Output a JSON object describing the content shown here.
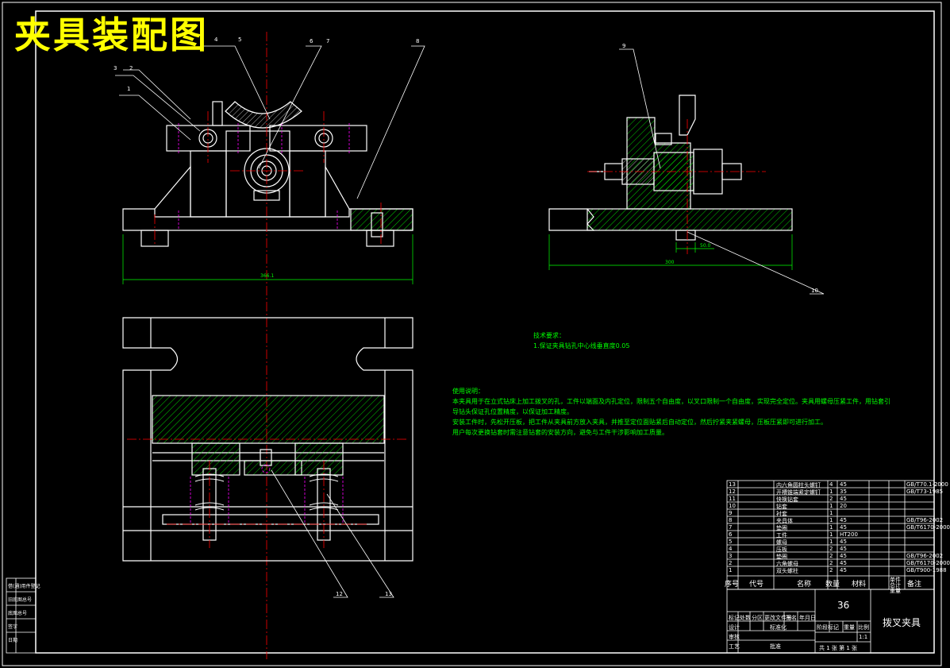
{
  "title": "夹具装配图",
  "balloons": [
    "1",
    "2",
    "3",
    "4",
    "5",
    "6",
    "7",
    "8",
    "9",
    "10",
    "12",
    "13"
  ],
  "dimensions": {
    "front_width": "366.1",
    "side_width": "300",
    "side_offset": "50.0"
  },
  "tech_requirements": {
    "heading": "技术要求：",
    "items": [
      "1.保证夹具钻孔中心线垂直度0.05"
    ]
  },
  "usage_notes": {
    "heading": "使用说明：",
    "lines": [
      "本夹具用于在立式钻床上加工拨叉的孔，工件以端面及内孔定位，限制五个自由度，以叉口限制一个自由度，实现完全定位。夹具用螺母压紧工件，用钻套引",
      "导钻头保证孔位置精度，以保证加工精度。",
      "安装工件时，先松开压板，把工件从夹具前方放入夹具，并推至定位面贴紧后自动定位，然后拧紧夹紧螺母，压板压紧即可进行加工。",
      "用户每次更换钻套时需注意钻套的安装方向，避免与工件干涉影响加工质量。"
    ]
  },
  "parts_list": {
    "rows": [
      {
        "no": "13",
        "name": "内六角圆柱头螺钉",
        "qty": "4",
        "mat": "45",
        "std": "GB/T70.1-2000"
      },
      {
        "no": "12",
        "name": "开槽锥端紧定螺钉",
        "qty": "1",
        "mat": "35",
        "std": "GB/T73-1985"
      },
      {
        "no": "11",
        "name": "快换钻套",
        "qty": "2",
        "mat": "45",
        "std": ""
      },
      {
        "no": "10",
        "name": "钻套",
        "qty": "1",
        "mat": "20",
        "std": ""
      },
      {
        "no": "9",
        "name": "衬套",
        "qty": "1",
        "mat": "",
        "std": ""
      },
      {
        "no": "8",
        "name": "夹具体",
        "qty": "1",
        "mat": "45",
        "std": "GB/T96-2002"
      },
      {
        "no": "7",
        "name": "垫圈",
        "qty": "1",
        "mat": "45",
        "std": "GB/T6170-2000"
      },
      {
        "no": "6",
        "name": "工件",
        "qty": "1",
        "mat": "HT200",
        "std": ""
      },
      {
        "no": "5",
        "name": "螺母",
        "qty": "1",
        "mat": "45",
        "std": ""
      },
      {
        "no": "4",
        "name": "压板",
        "qty": "2",
        "mat": "45",
        "std": ""
      },
      {
        "no": "3",
        "name": "垫圈",
        "qty": "2",
        "mat": "45",
        "std": "GB/T96-2002"
      },
      {
        "no": "2",
        "name": "六角螺母",
        "qty": "2",
        "mat": "45",
        "std": "GB/T6170-2000"
      },
      {
        "no": "1",
        "name": "双头螺柱",
        "qty": "2",
        "mat": "45",
        "std": "GB/T900-1988"
      }
    ],
    "header": {
      "no": "序号",
      "code": "代号",
      "name": "名称",
      "qty": "数量",
      "mat": "材料",
      "weight": "单件 总计 重量",
      "remark": "备注"
    }
  },
  "title_block": {
    "drawing_number": "36",
    "part_name": "拨叉夹具",
    "scale": "1:1",
    "labels": {
      "mark": "标记",
      "count": "处数",
      "zone": "分区",
      "change_doc": "更改文件号",
      "sign": "签名",
      "date": "年月日",
      "design": "设计",
      "standard": "标准化",
      "review": "审核",
      "process": "工艺",
      "approve": "批准",
      "stage": "阶段标记",
      "weight": "重量",
      "ratio": "比例",
      "sheet": "共 1 张 第 1 张"
    }
  },
  "side_strip": [
    "借(通)用件登记",
    "旧底图总号",
    "底图总号",
    "签字",
    "日期"
  ]
}
